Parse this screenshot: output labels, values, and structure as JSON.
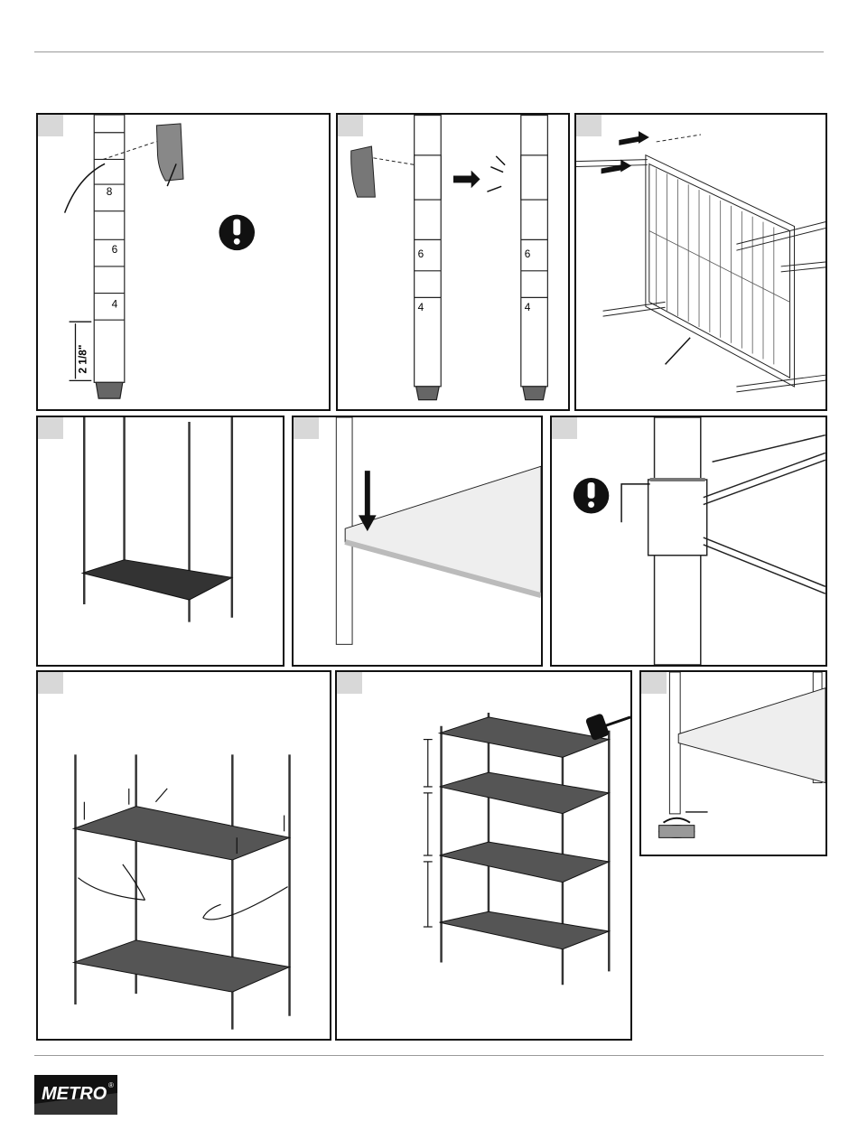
{
  "brand": {
    "name": "METRO",
    "reg": "®"
  },
  "panels": {
    "p1": {
      "marks": [
        "8",
        "6",
        "4"
      ],
      "dimension": "2 1/8\""
    },
    "p2": {
      "marks_left": [
        "6",
        "4"
      ],
      "marks_right": [
        "6",
        "4"
      ]
    }
  },
  "icons": [
    "exclamation-warning-icon",
    "arrow-icon",
    "mallet-icon",
    "leveling-foot-icon"
  ]
}
